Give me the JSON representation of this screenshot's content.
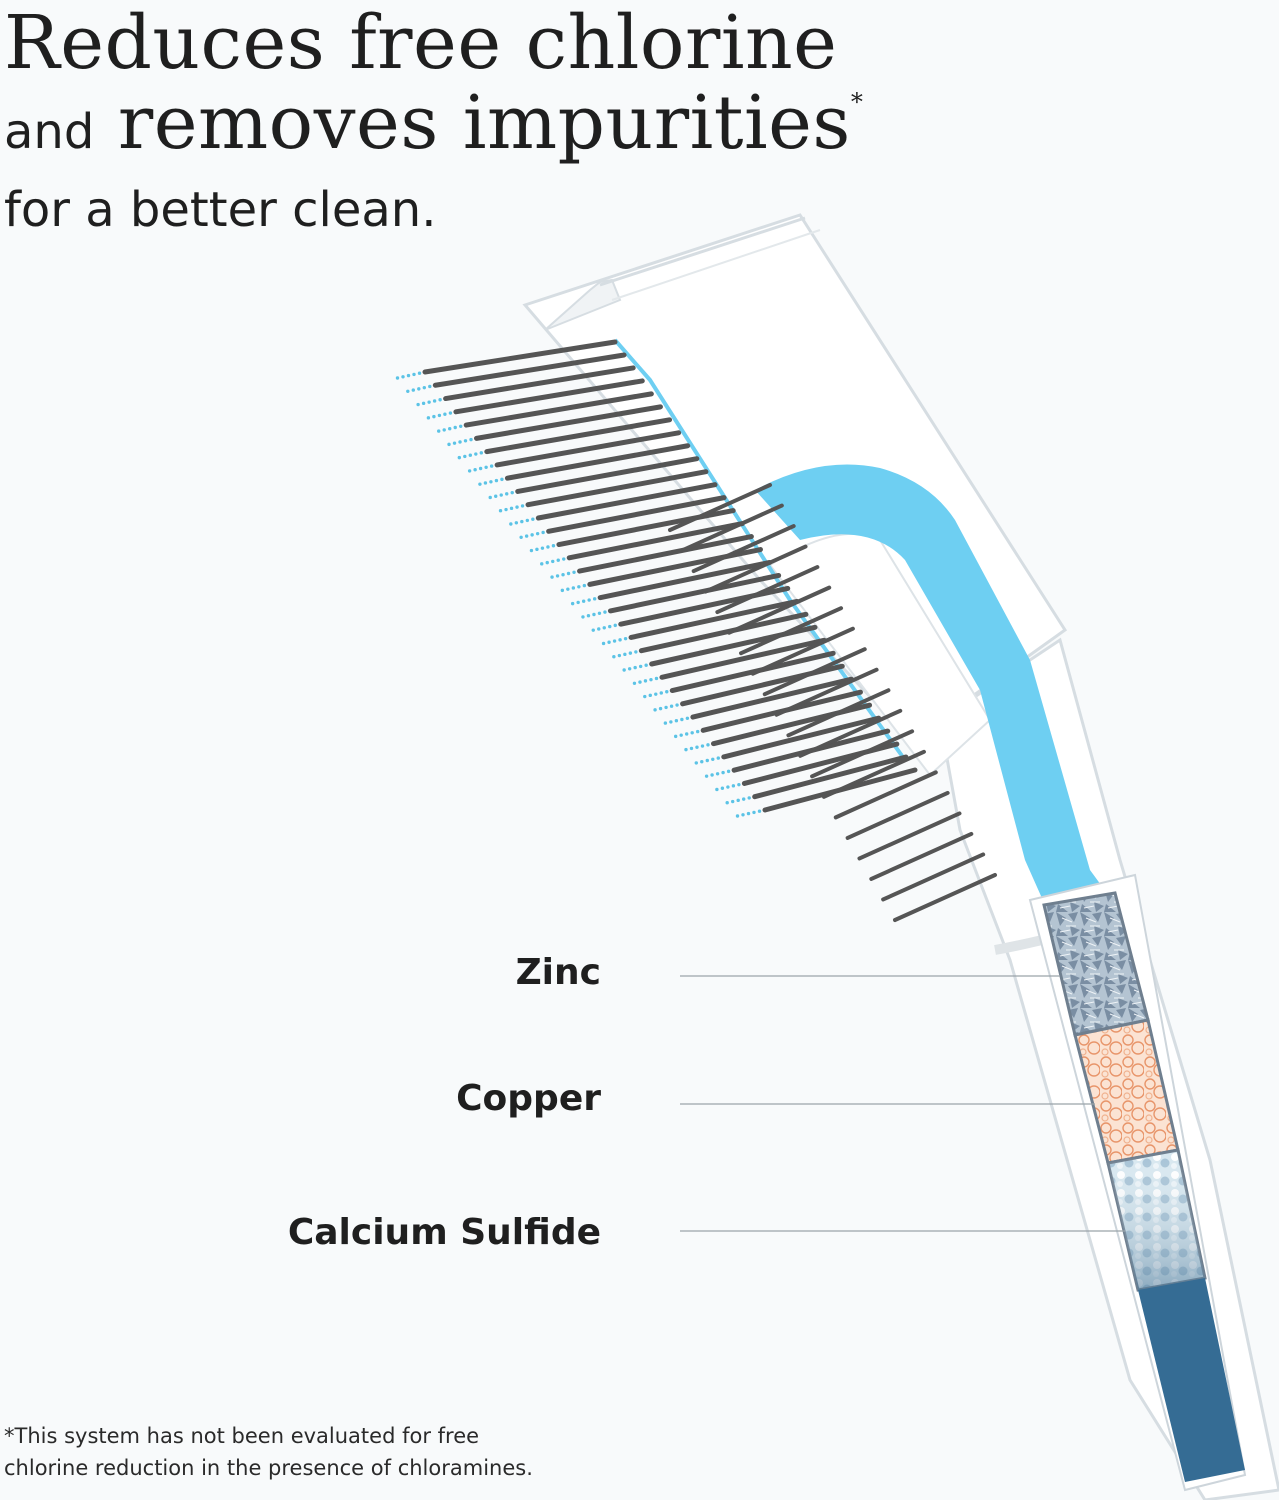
{
  "headline": {
    "line1": "Reduces free chlorine",
    "line2_small": "and",
    "line2_big": "removes impurities",
    "line2_mark": "*",
    "line3": "for a better clean."
  },
  "filter_layers": [
    {
      "label": "Zinc"
    },
    {
      "label": "Copper"
    },
    {
      "label": "Calcium Sulfide"
    }
  ],
  "footnote": "*This system has not been evaluated for free chlorine reduction in the presence of chloramines.",
  "colors": {
    "background": "#f8fafb",
    "water_light": "#6ecff2",
    "water_dark": "#356c94",
    "spray_dots": "#5bc3e6",
    "nozzle_lines": "#555555",
    "zinc": "#a9b9c8",
    "copper": "#f4cfb8",
    "calcium_sulfide": "#c6dce8"
  }
}
